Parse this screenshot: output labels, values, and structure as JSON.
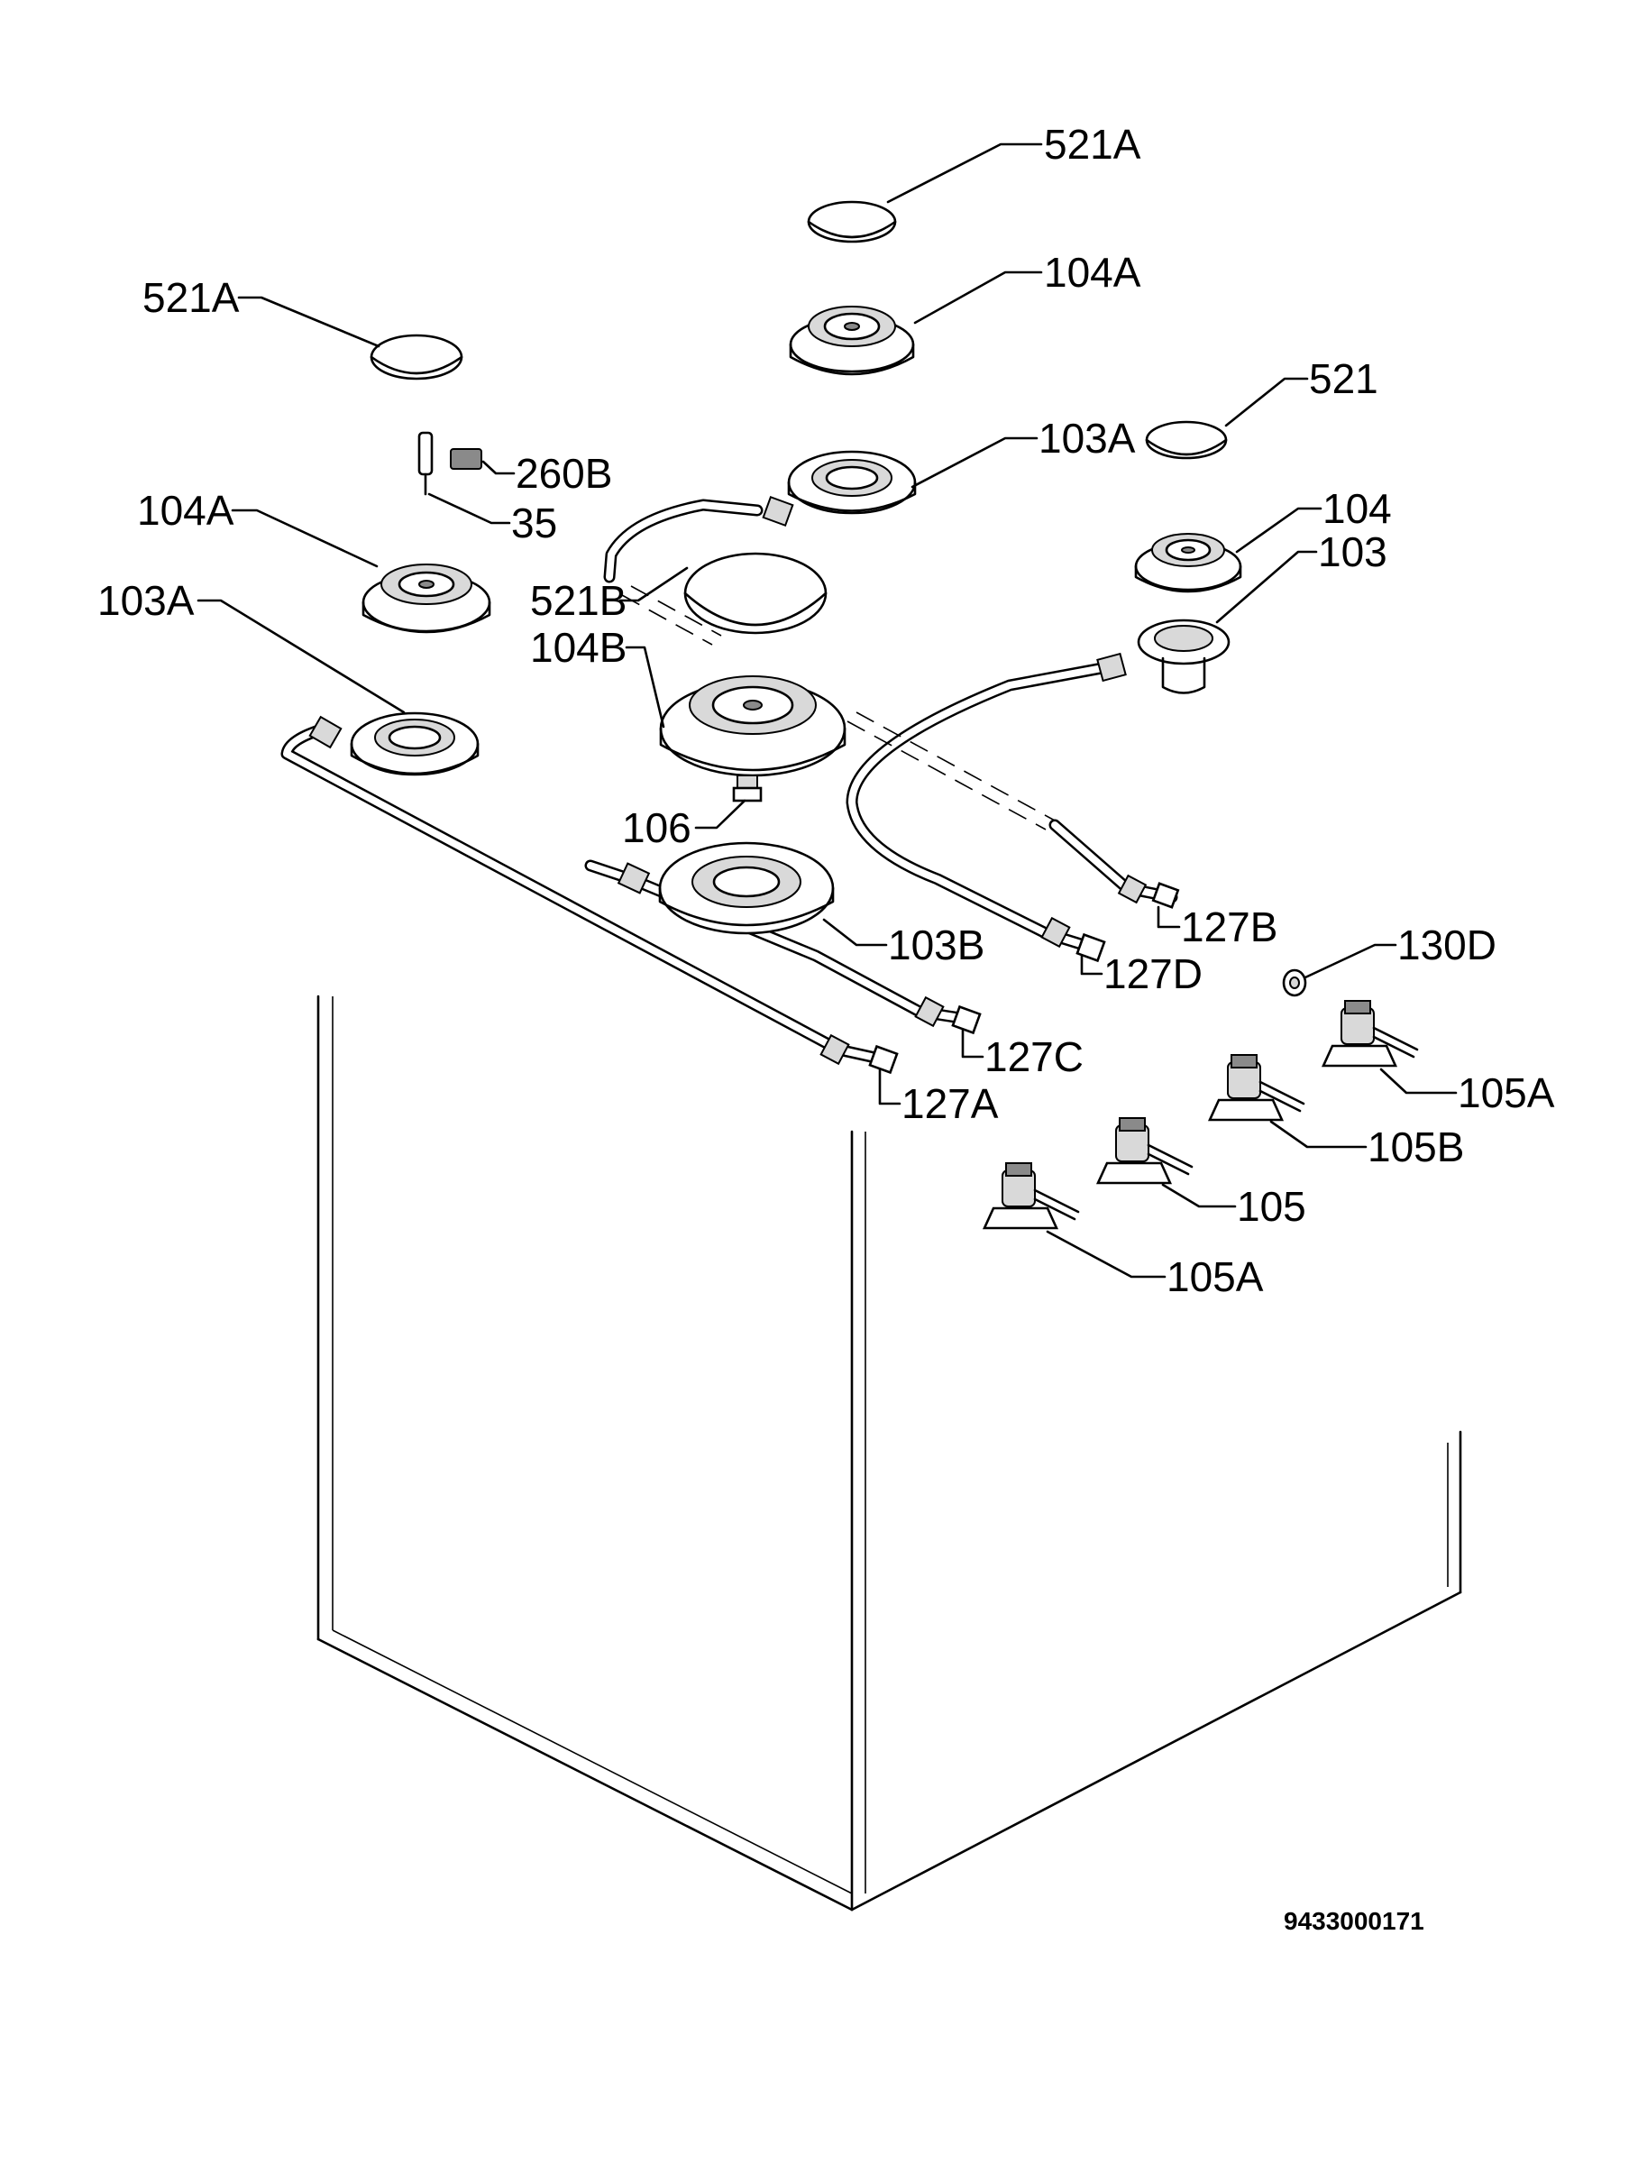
{
  "document_number": "9433000171",
  "labels": {
    "cap_top": "521A",
    "burner_top": "104A",
    "base_top": "103A",
    "cap_right": "521",
    "burner_right": "104",
    "base_right": "103",
    "cap_left": "521A",
    "clip": "260B",
    "electrode": "35",
    "burner_left": "104A",
    "base_left": "103A",
    "cap_center": "521B",
    "burner_center": "104B",
    "injector": "106",
    "base_center": "103B",
    "pipe_b": "127B",
    "pipe_d": "127D",
    "pipe_c": "127C",
    "pipe_a": "127A",
    "nut": "130D",
    "valve_right": "105A",
    "valve_mid_right": "105B",
    "valve_mid": "105",
    "valve_left": "105A"
  }
}
